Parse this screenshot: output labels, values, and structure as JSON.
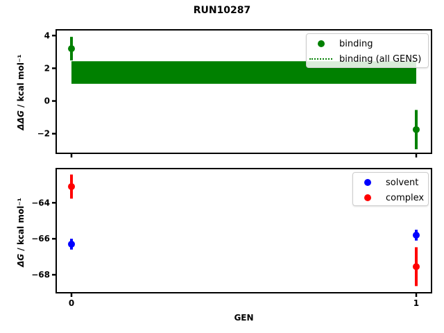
{
  "title": "RUN10287",
  "colors": {
    "green": "#008000",
    "blue": "#0000ff",
    "red": "#ff0000"
  },
  "chart_data": [
    {
      "type": "scatter",
      "panel": "top",
      "ylabel_math": "ΔΔG",
      "ylabel_rest": " / kcal mol⁻¹",
      "xlim": [
        -0.0443,
        1.0443
      ],
      "ylim": [
        -3.2,
        4.35
      ],
      "grid": false,
      "yticks": [
        {
          "v": 4,
          "label": "4"
        },
        {
          "v": 2,
          "label": "2"
        },
        {
          "v": 0,
          "label": "0"
        },
        {
          "v": -2,
          "label": "−2"
        }
      ],
      "xticks": [
        {
          "v": 0,
          "label": "0"
        },
        {
          "v": 1,
          "label": "1"
        }
      ],
      "show_xtick_labels": false,
      "series": [
        {
          "name": "binding",
          "color": "green",
          "x": [
            0,
            1
          ],
          "y": [
            3.2,
            -1.75
          ],
          "yerr": [
            0.72,
            1.2
          ]
        }
      ],
      "band": {
        "name": "binding (all GENS)",
        "color": "green",
        "x": [
          0,
          1
        ],
        "lo": 1.05,
        "hi": 2.43
      },
      "legend": {
        "position": "upper right",
        "entries": [
          {
            "label": "binding",
            "marker": "dot",
            "color": "green"
          },
          {
            "label": "binding (all GENS)",
            "marker": "dotted-line",
            "color": "green"
          }
        ]
      }
    },
    {
      "type": "scatter",
      "panel": "bottom",
      "ylabel_math": "ΔG",
      "ylabel_rest": " / kcal mol⁻¹",
      "xlabel": "GEN",
      "xlim": [
        -0.0443,
        1.0443
      ],
      "ylim": [
        -69.0,
        -62.1
      ],
      "grid": false,
      "yticks": [
        {
          "v": -64,
          "label": "−64"
        },
        {
          "v": -66,
          "label": "−66"
        },
        {
          "v": -68,
          "label": "−68"
        }
      ],
      "xticks": [
        {
          "v": 0,
          "label": "0"
        },
        {
          "v": 1,
          "label": "1"
        }
      ],
      "show_xtick_labels": true,
      "series": [
        {
          "name": "solvent",
          "color": "blue",
          "x": [
            0,
            1
          ],
          "y": [
            -66.3,
            -65.8
          ],
          "yerr": [
            0.3,
            0.3
          ]
        },
        {
          "name": "complex",
          "color": "red",
          "x": [
            0,
            1
          ],
          "y": [
            -63.1,
            -67.55
          ],
          "yerr": [
            0.67,
            1.08
          ]
        }
      ],
      "legend": {
        "position": "upper right",
        "entries": [
          {
            "label": "solvent",
            "marker": "dot",
            "color": "blue"
          },
          {
            "label": "complex",
            "marker": "dot",
            "color": "red"
          }
        ]
      }
    }
  ]
}
